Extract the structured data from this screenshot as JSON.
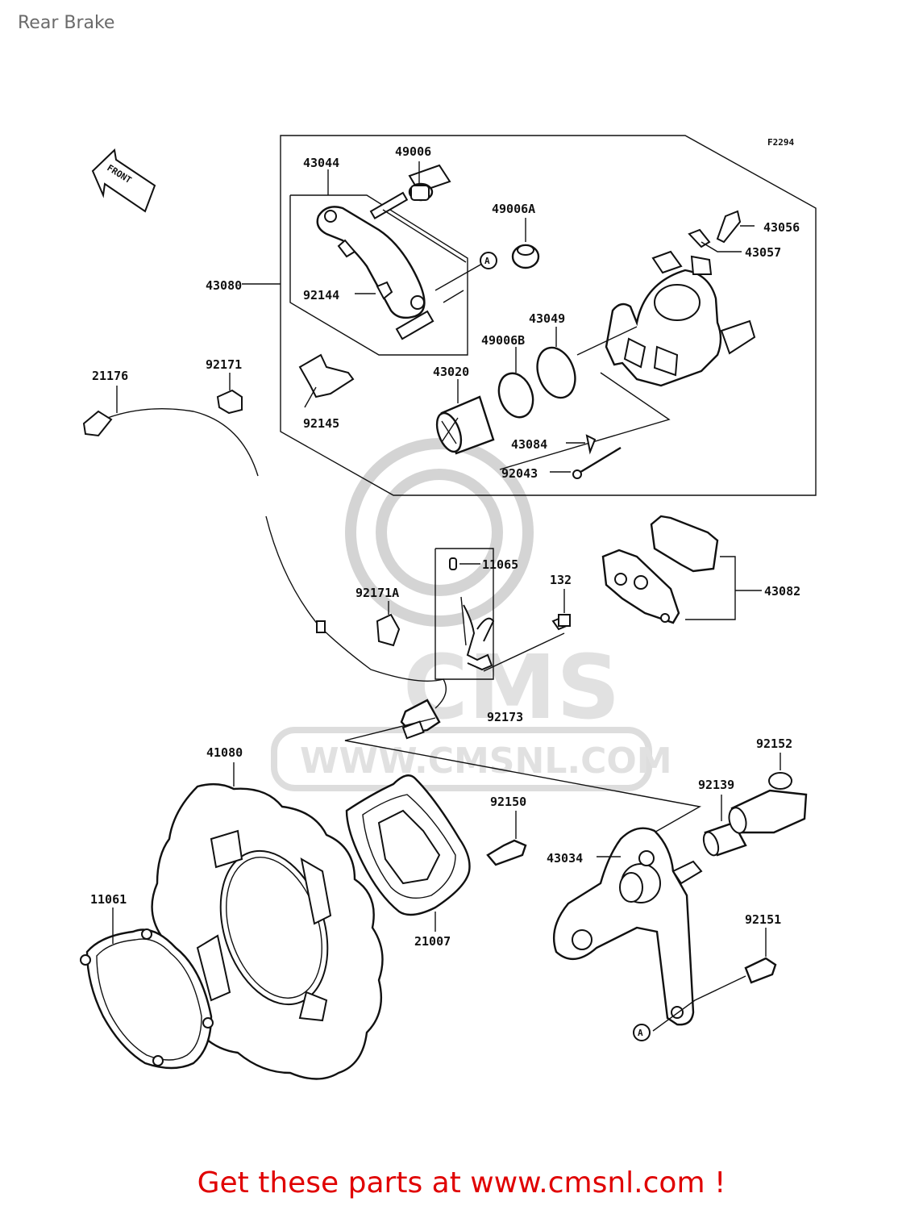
{
  "title": "Rear Brake",
  "figure_code": "F2294",
  "front_label": "FRONT",
  "ref_mark": "A",
  "watermark": {
    "logo_text": "CMS",
    "url_text": "WWW.CMSNL.COM"
  },
  "parts": {
    "p43044": "43044",
    "p49006": "49006",
    "p49006A": "49006A",
    "p43056": "43056",
    "p43057": "43057",
    "p43080": "43080",
    "p92144": "92144",
    "p43049": "43049",
    "p49006B": "49006B",
    "p43020": "43020",
    "p92171": "92171",
    "p21176": "21176",
    "p92145": "92145",
    "p43084": "43084",
    "p92043": "92043",
    "p11065": "11065",
    "p132": "132",
    "p92171A": "92171A",
    "p43082": "43082",
    "p92173": "92173",
    "p41080": "41080",
    "p92152": "92152",
    "p92139": "92139",
    "p92150": "92150",
    "p43034": "43034",
    "p11061": "11061",
    "p21007": "21007",
    "p92151": "92151"
  },
  "footer": "Get these parts at www.cmsnl.com !"
}
